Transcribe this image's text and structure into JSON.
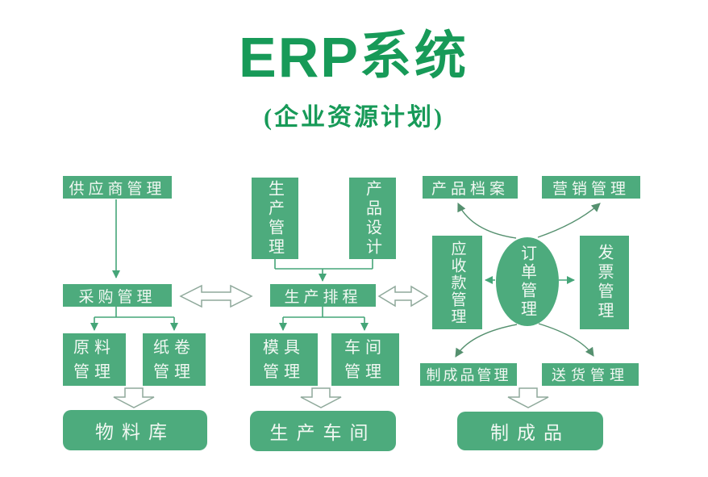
{
  "header": {
    "title_en": "ERP",
    "title_cn": "系统",
    "subtitle": "(企业资源计划)"
  },
  "colors": {
    "title": "#179a58",
    "box": "#4dab7d",
    "box_text": "#f2f8f3",
    "arrow": "#45a578",
    "curve": "#55906f",
    "outline": "#8fa99b",
    "background": "#ffffff"
  },
  "nodes": {
    "supplier": "供应商管理",
    "purchasing": "采购管理",
    "raw_material": "原料管理",
    "paper_roll": "纸卷管理",
    "material_warehouse": "物料库",
    "production_mgmt": "生产管理",
    "product_design": "产品设计",
    "production_scheduling": "生产排程",
    "mold_mgmt": "模具管理",
    "workshop_mgmt": "车间管理",
    "production_workshop": "生产车间",
    "product_archive": "产品档案",
    "marketing_mgmt": "营销管理",
    "receivables_mgmt": "应收款管理",
    "order_mgmt": "订单管理",
    "invoice_mgmt": "发票管理",
    "finished_product_mgmt": "制成品管理",
    "delivery_mgmt": "送货管理",
    "finished_product": "制成品"
  }
}
